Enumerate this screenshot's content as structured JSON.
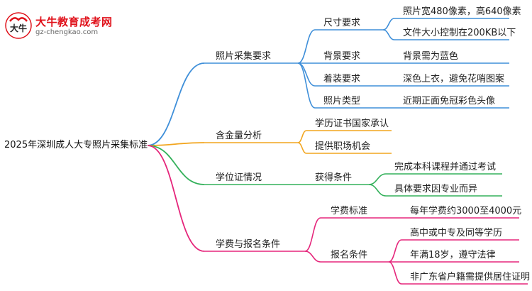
{
  "logo": {
    "title": "大牛教育成考网",
    "url": "gz-chengkao.com",
    "glyph": "大牛"
  },
  "colors": {
    "blue": "#3f8fd9",
    "orange": "#f2a51e",
    "green": "#33b05a",
    "pink": "#e5267b"
  },
  "mindmap": {
    "root": "2025年深圳成人大专照片采集标准",
    "branches": [
      {
        "label": "照片采集要求",
        "children": [
          {
            "label": "尺寸要求",
            "children": [
              "照片宽480像素，高640像素",
              "文件大小控制在200KB以下"
            ]
          },
          {
            "label": "背景要求",
            "children": [
              "背景需为蓝色"
            ]
          },
          {
            "label": "着装要求",
            "children": [
              "深色上衣，避免花哨图案"
            ]
          },
          {
            "label": "照片类型",
            "children": [
              "近期正面免冠彩色头像"
            ]
          }
        ]
      },
      {
        "label": "含金量分析",
        "children": [
          {
            "label": "学历证书国家承认",
            "children": []
          },
          {
            "label": "提供职场机会",
            "children": []
          }
        ]
      },
      {
        "label": "学位证情况",
        "children": [
          {
            "label": "获得条件",
            "children": [
              "完成本科课程并通过考试",
              "具体要求因专业而异"
            ]
          }
        ]
      },
      {
        "label": "学费与报名条件",
        "children": [
          {
            "label": "学费标准",
            "children": [
              "每年学费约3000至4000元"
            ]
          },
          {
            "label": "报名条件",
            "children": [
              "高中或中专及同等学历",
              "年满18岁，遵守法律",
              "非广东省户籍需提供居住证明"
            ]
          }
        ]
      }
    ]
  }
}
